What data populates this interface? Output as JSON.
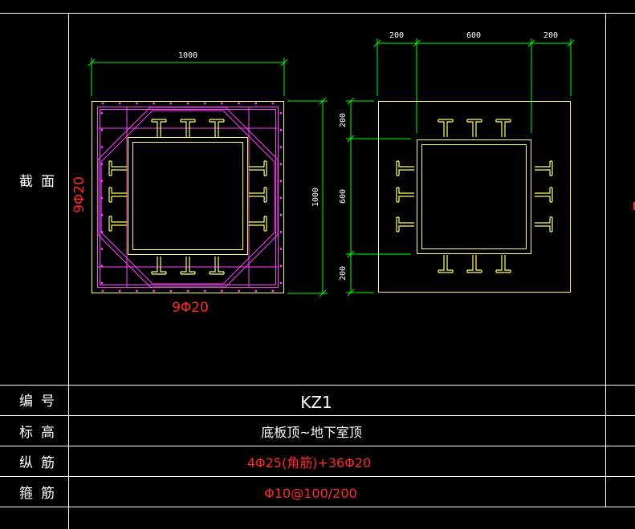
{
  "labels": {
    "section": "截面",
    "number": "编号",
    "elevation": "标高",
    "longitudinal": "纵筋",
    "stirrup": "箍筋"
  },
  "values": {
    "number": "KZ1",
    "elevation": "底板顶~地下室顶",
    "longitudinal": "4Φ25(角筋)+36Φ20",
    "stirrup": "Φ10@100/200"
  },
  "left_section": {
    "dim_top": "1000",
    "dim_right": "1000",
    "side_rebar": "9Φ20",
    "bottom_rebar": "9Φ20"
  },
  "right_section": {
    "dim_top": [
      "200",
      "600",
      "200"
    ],
    "dim_left": [
      "200",
      "600",
      "200"
    ]
  },
  "colors": {
    "background": "#000000",
    "grid": "#ffffff",
    "concrete_outline": "#ffff66",
    "steel": "#ffff66",
    "stirrup": "#ff40ff",
    "dimension": "#00ff00",
    "annotation_red": "#ff2a2a"
  }
}
